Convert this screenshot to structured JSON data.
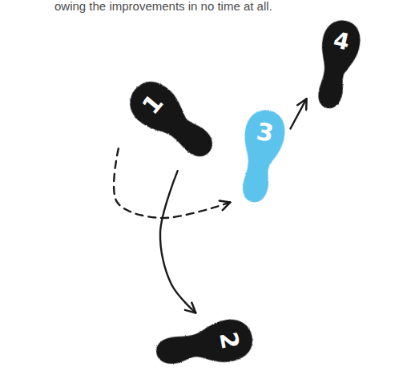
{
  "diagram": {
    "nodes": [
      {
        "text": [
          "1"
        ]
      },
      {
        "text": [
          "2"
        ]
      },
      {
        "text": [
          "3"
        ]
      },
      {
        "text": [
          "4"
        ]
      }
    ],
    "edges": [
      {
        "from": 0,
        "to": 1,
        "arrow": "to"
      },
      {
        "from": 0,
        "to": 2,
        "arrow": "to"
      },
      {
        "from": 2,
        "to": 3,
        "arrow": "to"
      }
    ],
    "labels": [
      "owing the improvements in no time at all."
    ]
  }
}
